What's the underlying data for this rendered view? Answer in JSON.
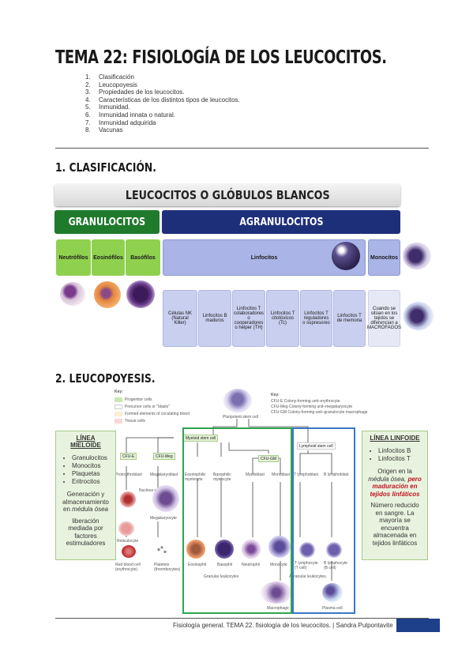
{
  "title": "TEMA 22: FISIOLOGÍA DE LOS LEUCOCITOS.",
  "toc": [
    {
      "num": "1.",
      "text": "Clasificación"
    },
    {
      "num": "2.",
      "text": "Leucopoyesis"
    },
    {
      "num": "3.",
      "text": "Propiedades de los leucocitos."
    },
    {
      "num": "4.",
      "text": "Características de los distintos tipos de leucocitos."
    },
    {
      "num": "5.",
      "text": "Inmunidad."
    },
    {
      "num": "6.",
      "text": "Inmunidad innata o natural."
    },
    {
      "num": "7.",
      "text": "Inmunidad adquirida"
    },
    {
      "num": "8.",
      "text": "Vacunas"
    }
  ],
  "section1": "1. CLASIFICACIÓN.",
  "section2": "2. LEUCOPOYESIS.",
  "classification": {
    "header": "LEUCOCITOS O GLÓBULOS BLANCOS",
    "granulocitos": "GRANULOCITOS",
    "agranulocitos": "AGRANULOCITOS",
    "neutrofilos": "Neutrófilos",
    "eosinofilos": "Eosinófilos",
    "basofilos": "Basófilos",
    "linfocitos": "Linfocitos",
    "monocitos": "Monocitos",
    "subtypes": [
      "Células NK (Natural Killer)",
      "Linfocitos B maduros",
      "Linfocitos T colaboradores o cooperadores o helper (TH)",
      "Linfocitos T citotóxicos (Tc)",
      "Linfocitos T reguladores o supresores",
      "Linfocitos T de memoria"
    ],
    "macrofagos": "Cuando se sitúan en los tejidos se diferencian a MACRÓFAGOS"
  },
  "leucopoyesis": {
    "mieloide": {
      "title": "LÍNEA MIELOIDE",
      "items": [
        "Granulocitos",
        "Monocitos",
        "Plaquetas",
        "Eritrocitos"
      ],
      "p1a": "Generación y almacenamiento en",
      "p1b": "médula ósea",
      "p2": "liberación mediada por factores estimuladores"
    },
    "linfoide": {
      "title": "LÍNEA LINFOIDE",
      "items": [
        "Linfocitos B",
        "Linfocitos T"
      ],
      "p1a": "Origen en la",
      "p1b": "médula ósea,",
      "p1c": "pero maduración en tejidos linfáticos",
      "p2": "Número reducido en sangre. La mayoría se encuentra almacenada en tejidos linfáticos"
    },
    "key": {
      "label": "Key:",
      "items": [
        "Progenitor cells",
        "Precursor cells or \"blasts\"",
        "Formed elements of circulating blood",
        "Tissue cells"
      ],
      "abbr_label": "Key:",
      "abbr": [
        "CFU-E    Colony-forming unit–erythrocyte",
        "CFU-Meg  Colony-forming unit–megakaryocyte",
        "CFU-GM   Colony-forming unit–granulocyte macrophage"
      ]
    },
    "labels": {
      "stem": "Pluripotent stem cell",
      "myeloid": "Myeloid stem cell",
      "lymphoid": "Lymphoid stem cell",
      "cfue": "CFU-E",
      "cfumeg": "CFU-Meg",
      "cfugm": "CFU-GM",
      "proerythroblast": "Proerythroblast",
      "megakaryoblast": "Megakaryoblast",
      "eosinophilic_myelocyte": "Eosinophilic myelocyte",
      "basophilic_myelocyte": "Basophilic myelocyte",
      "myeloblast": "Myeloblast",
      "monoblast": "Monoblast",
      "t_lymphoblast": "T lymphoblast",
      "b_lymphoblast": "B lymphoblast",
      "nucleus_ejected": "Nucleus ejected",
      "reticulocyte": "Reticulocyte",
      "megakaryocyte": "Megakaryocyte",
      "red_blood_cell": "Red blood cell (erythrocyte)",
      "platelets": "Platelets (thrombocytes)",
      "eosinophil": "Eosinophil",
      "basophil": "Basophil",
      "neutrophil": "Neutrophil",
      "monocyte": "Monocyte",
      "t_lymphocyte": "T lymphocyte (T cell)",
      "b_lymphocyte": "B lymphocyte (B cell)",
      "granular": "Granular leukocytes",
      "agranular": "Agranular leukocytes",
      "macrophage": "Macrophage",
      "plasma_cell": "Plasma cell"
    }
  },
  "footer": "Fisiología general. TEMA 22. fisiología de los leucocitos. | Sandra Pulpontavite",
  "colors": {
    "green": "#8fd14f",
    "dark_green": "#1f7a2c",
    "navy": "#1e2f7a",
    "lilac": "#aab4e6"
  }
}
